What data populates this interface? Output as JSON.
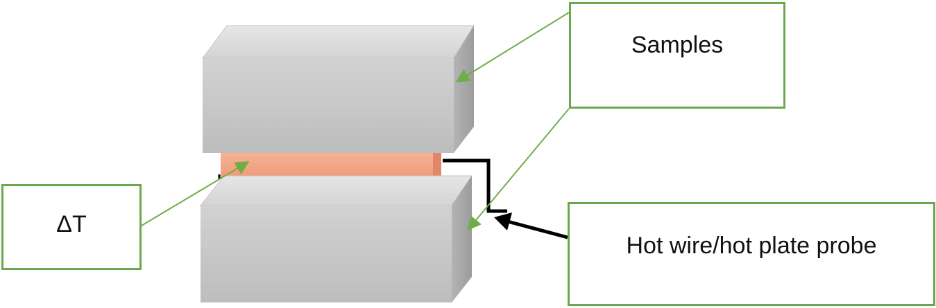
{
  "labels": {
    "samples": "Samples",
    "delta_t": "ΔT",
    "probe": "Hot wire/hot plate probe"
  },
  "colors": {
    "box_border": "#6aa84f",
    "pointer_green": "#70ad47",
    "sample_front": "#c8c8c8",
    "sample_top": "#dedede",
    "sample_side": "#a9a9a9",
    "probe_plate": "#f4a88a",
    "probe_wire": "#000000"
  },
  "icons": {
    "samples_pointer": "green-arrow",
    "probe_pointer": "black-arrow"
  }
}
